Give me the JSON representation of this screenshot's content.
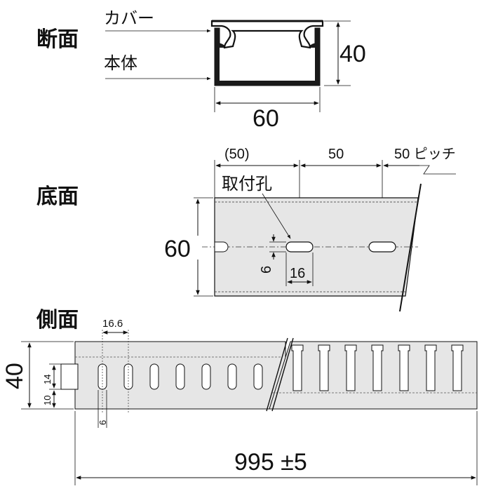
{
  "cross_section": {
    "title": "断面",
    "cover_label": "カバー",
    "body_label": "本体",
    "height_dim": "40",
    "width_dim": "60"
  },
  "bottom_view": {
    "title": "底面",
    "dim_first": "(50)",
    "dim_second": "50",
    "dim_pitch": "50 ピッチ",
    "hole_label": "取付孔",
    "width_dim": "60",
    "slot_width_dim": "6",
    "slot_length_dim": "16"
  },
  "side_view": {
    "title": "側面",
    "slit_pitch_dim": "16.6",
    "height_dim": "40",
    "slit_dim": "14",
    "base_dim": "10",
    "slit_width_dim": "6",
    "length_dim": "995 ±5"
  }
}
